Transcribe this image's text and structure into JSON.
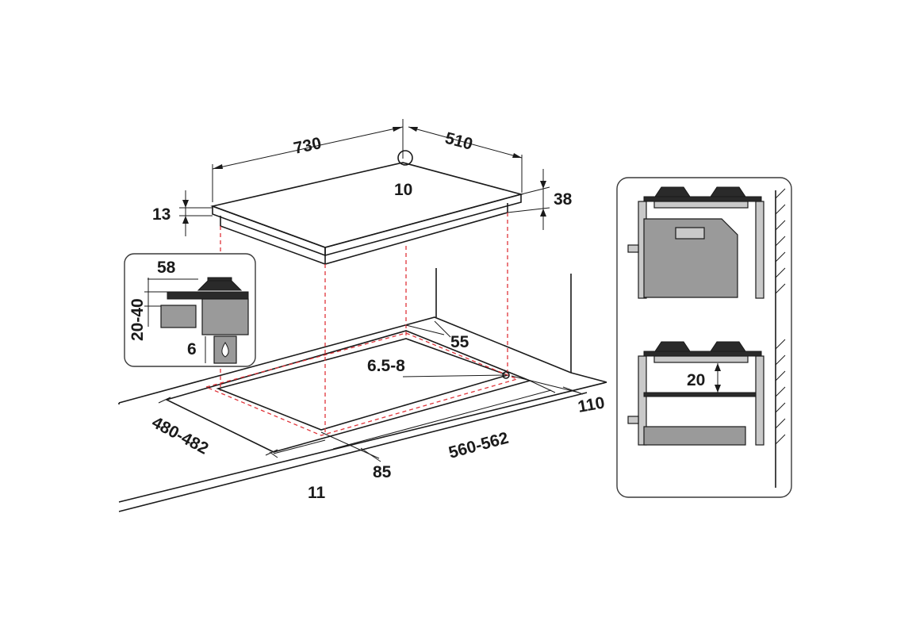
{
  "dimensions": {
    "width_730": "730",
    "depth_510": "510",
    "gas_10": "10",
    "edge_13": "13",
    "height_38": "38",
    "inset_58": "58",
    "gap_20_40": "20-40",
    "gap_6": "6",
    "side_55": "55",
    "corner_6_5_8": "6.5-8",
    "depth_480_482": "480-482",
    "width_560_562": "560-562",
    "rear_110": "110",
    "front_85": "85",
    "front_11": "11",
    "shelf_20": "20"
  },
  "colors": {
    "line": "#1a1a1a",
    "cutout_dash": "#e0343a",
    "fill_gray": "#9a9a9a",
    "fill_light": "#c9c9c9"
  }
}
